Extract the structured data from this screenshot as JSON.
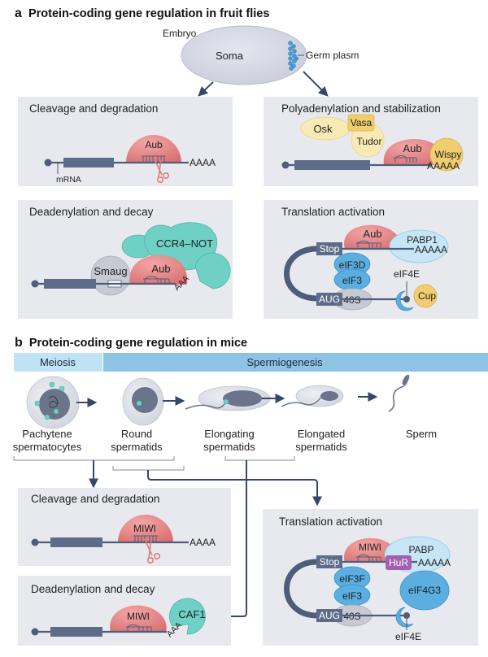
{
  "panel_a": {
    "letter": "a",
    "title": "Protein-coding gene regulation in fruit flies",
    "embryo": {
      "label": "Embryo",
      "soma": "Soma",
      "germ_plasm": "Germ plasm"
    },
    "boxes": {
      "cleavage": {
        "title": "Cleavage and degradation",
        "protein": "Aub",
        "polyA": "AAAA",
        "mrna_label": "mRNA"
      },
      "polyadenylation": {
        "title": "Polyadenylation and stabilization",
        "proteins": [
          "Osk",
          "Vasa",
          "Tudor",
          "Aub",
          "Wispy"
        ],
        "polyA": "AAAAA"
      },
      "deadenylation": {
        "title": "Deadenylation and decay",
        "proteins": [
          "CCR4–NOT",
          "Smaug",
          "Aub"
        ],
        "polyA": "AAA"
      },
      "translation": {
        "title": "Translation activation",
        "stop": "Stop",
        "aug": "AUG",
        "proteins": [
          "Aub",
          "PABP1",
          "eIF3D",
          "eIF3",
          "40S",
          "eIF4E",
          "Cup"
        ],
        "polyA": "AAAAA"
      }
    }
  },
  "panel_b": {
    "letter": "b",
    "title": "Protein-coding gene regulation in mice",
    "stages": {
      "meiosis": "Meiosis",
      "spermiogenesis": "Spermiogenesis"
    },
    "cells": [
      {
        "line1": "Pachytene",
        "line2": "spermatocytes"
      },
      {
        "line1": "Round",
        "line2": "spermatids"
      },
      {
        "line1": "Elongating",
        "line2": "spermatids"
      },
      {
        "line1": "Elongated",
        "line2": "spermatids"
      },
      {
        "line1": "Sperm",
        "line2": ""
      }
    ],
    "boxes": {
      "cleavage": {
        "title": "Cleavage and degradation",
        "protein": "MIWI",
        "polyA": "AAAA"
      },
      "deadenylation": {
        "title": "Deadenylation and decay",
        "proteins": [
          "MIWI",
          "CAF1"
        ],
        "polyA": "AAA"
      },
      "translation": {
        "title": "Translation activation",
        "stop": "Stop",
        "aug": "AUG",
        "proteins": [
          "MIWI",
          "PABP",
          "HuR",
          "eIF3F",
          "eIF3",
          "eIF4G3",
          "40S",
          "eIF4E"
        ],
        "polyA": "AAAAA"
      }
    }
  },
  "colors": {
    "panel_bg": "#e8e9ef",
    "piwi_red": "#e88a8a",
    "teal": "#6fd0c6",
    "yellow_light": "#f8eab4",
    "yellow_dark": "#f0cd6e",
    "blue_light": "#c6e6f7",
    "blue_mid": "#5aaee0",
    "purple": "#a35fb0",
    "grey": "#c7cad3",
    "navy": "#4e5e7a"
  }
}
